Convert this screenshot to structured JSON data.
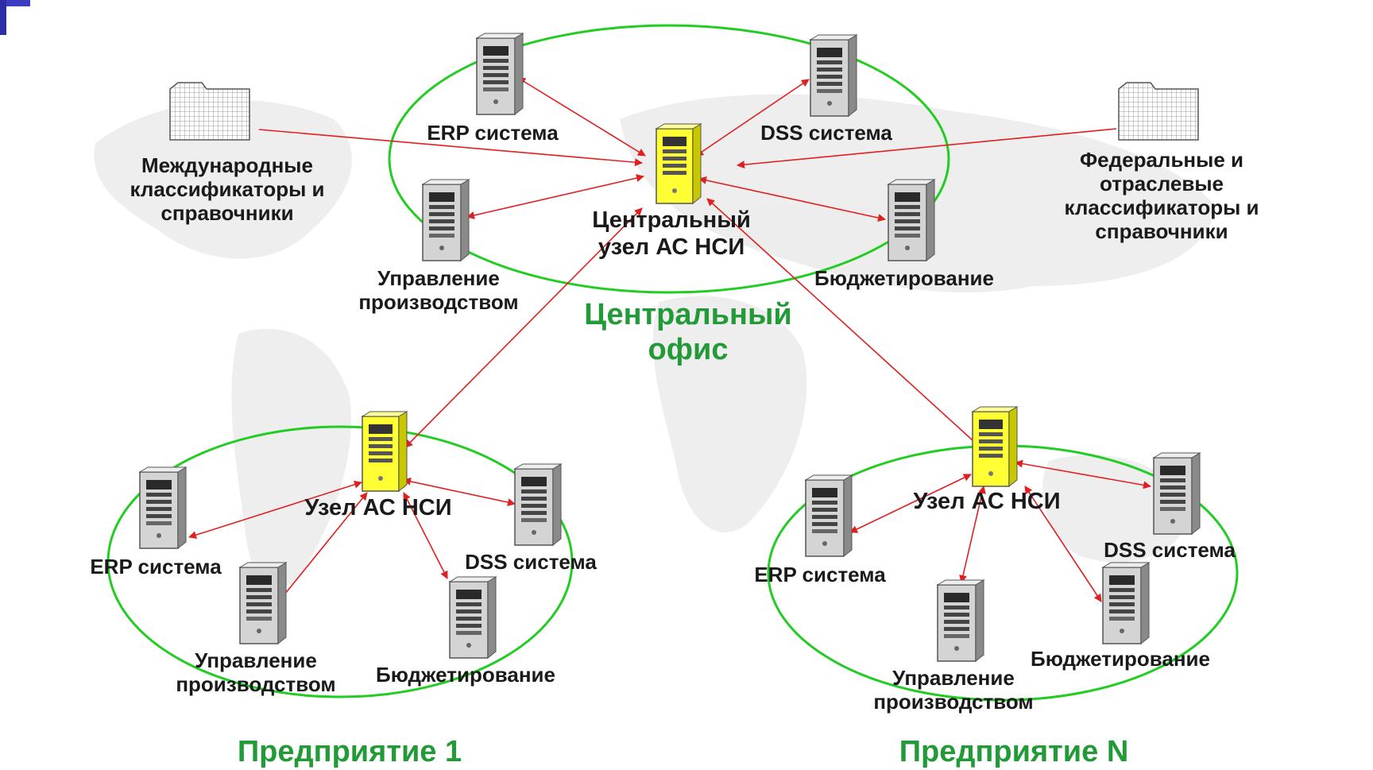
{
  "labels": {
    "central_erp": "ERP система",
    "central_dss": "DSS система",
    "central_node_line1": "Центральный",
    "central_node_line2": "узел АС НСИ",
    "central_prod_line1": "Управление",
    "central_prod_line2": "производством",
    "central_budget": "Бюджетирование",
    "intl_ref_line1": "Международные",
    "intl_ref_line2": "классификаторы и",
    "intl_ref_line3": "справочники",
    "fed_ref_line1": "Федеральные и",
    "fed_ref_line2": "отраслевые",
    "fed_ref_line3": "классификаторы и",
    "fed_ref_line4": "справочники",
    "central_office_line1": "Центральный",
    "central_office_line2": "офис",
    "e1_node": "Узел АС НСИ",
    "e1_erp": "ERP система",
    "e1_dss": "DSS система",
    "e1_prod_line1": "Управление",
    "e1_prod_line2": "производством",
    "e1_budget": "Бюджетирование",
    "e1_title": "Предприятие 1",
    "en_node": "Узел АС НСИ",
    "en_erp": "ERP система",
    "en_dss": "DSS система",
    "en_prod_line1": "Управление",
    "en_prod_line2": "производством",
    "en_budget": "Бюджетирование",
    "en_title": "Предприятие N"
  },
  "colors": {
    "ellipse": "#22cc22",
    "arrow": "#e02020",
    "hub_server": "#ffff33",
    "server": "#d0d0d0",
    "group_title": "#229a37",
    "label": "#1a1a1a",
    "accent_corner": "#2d2da8"
  },
  "icons": {
    "server": "server-icon",
    "hub_server": "hub-server-icon",
    "folder": "folder-icon"
  }
}
